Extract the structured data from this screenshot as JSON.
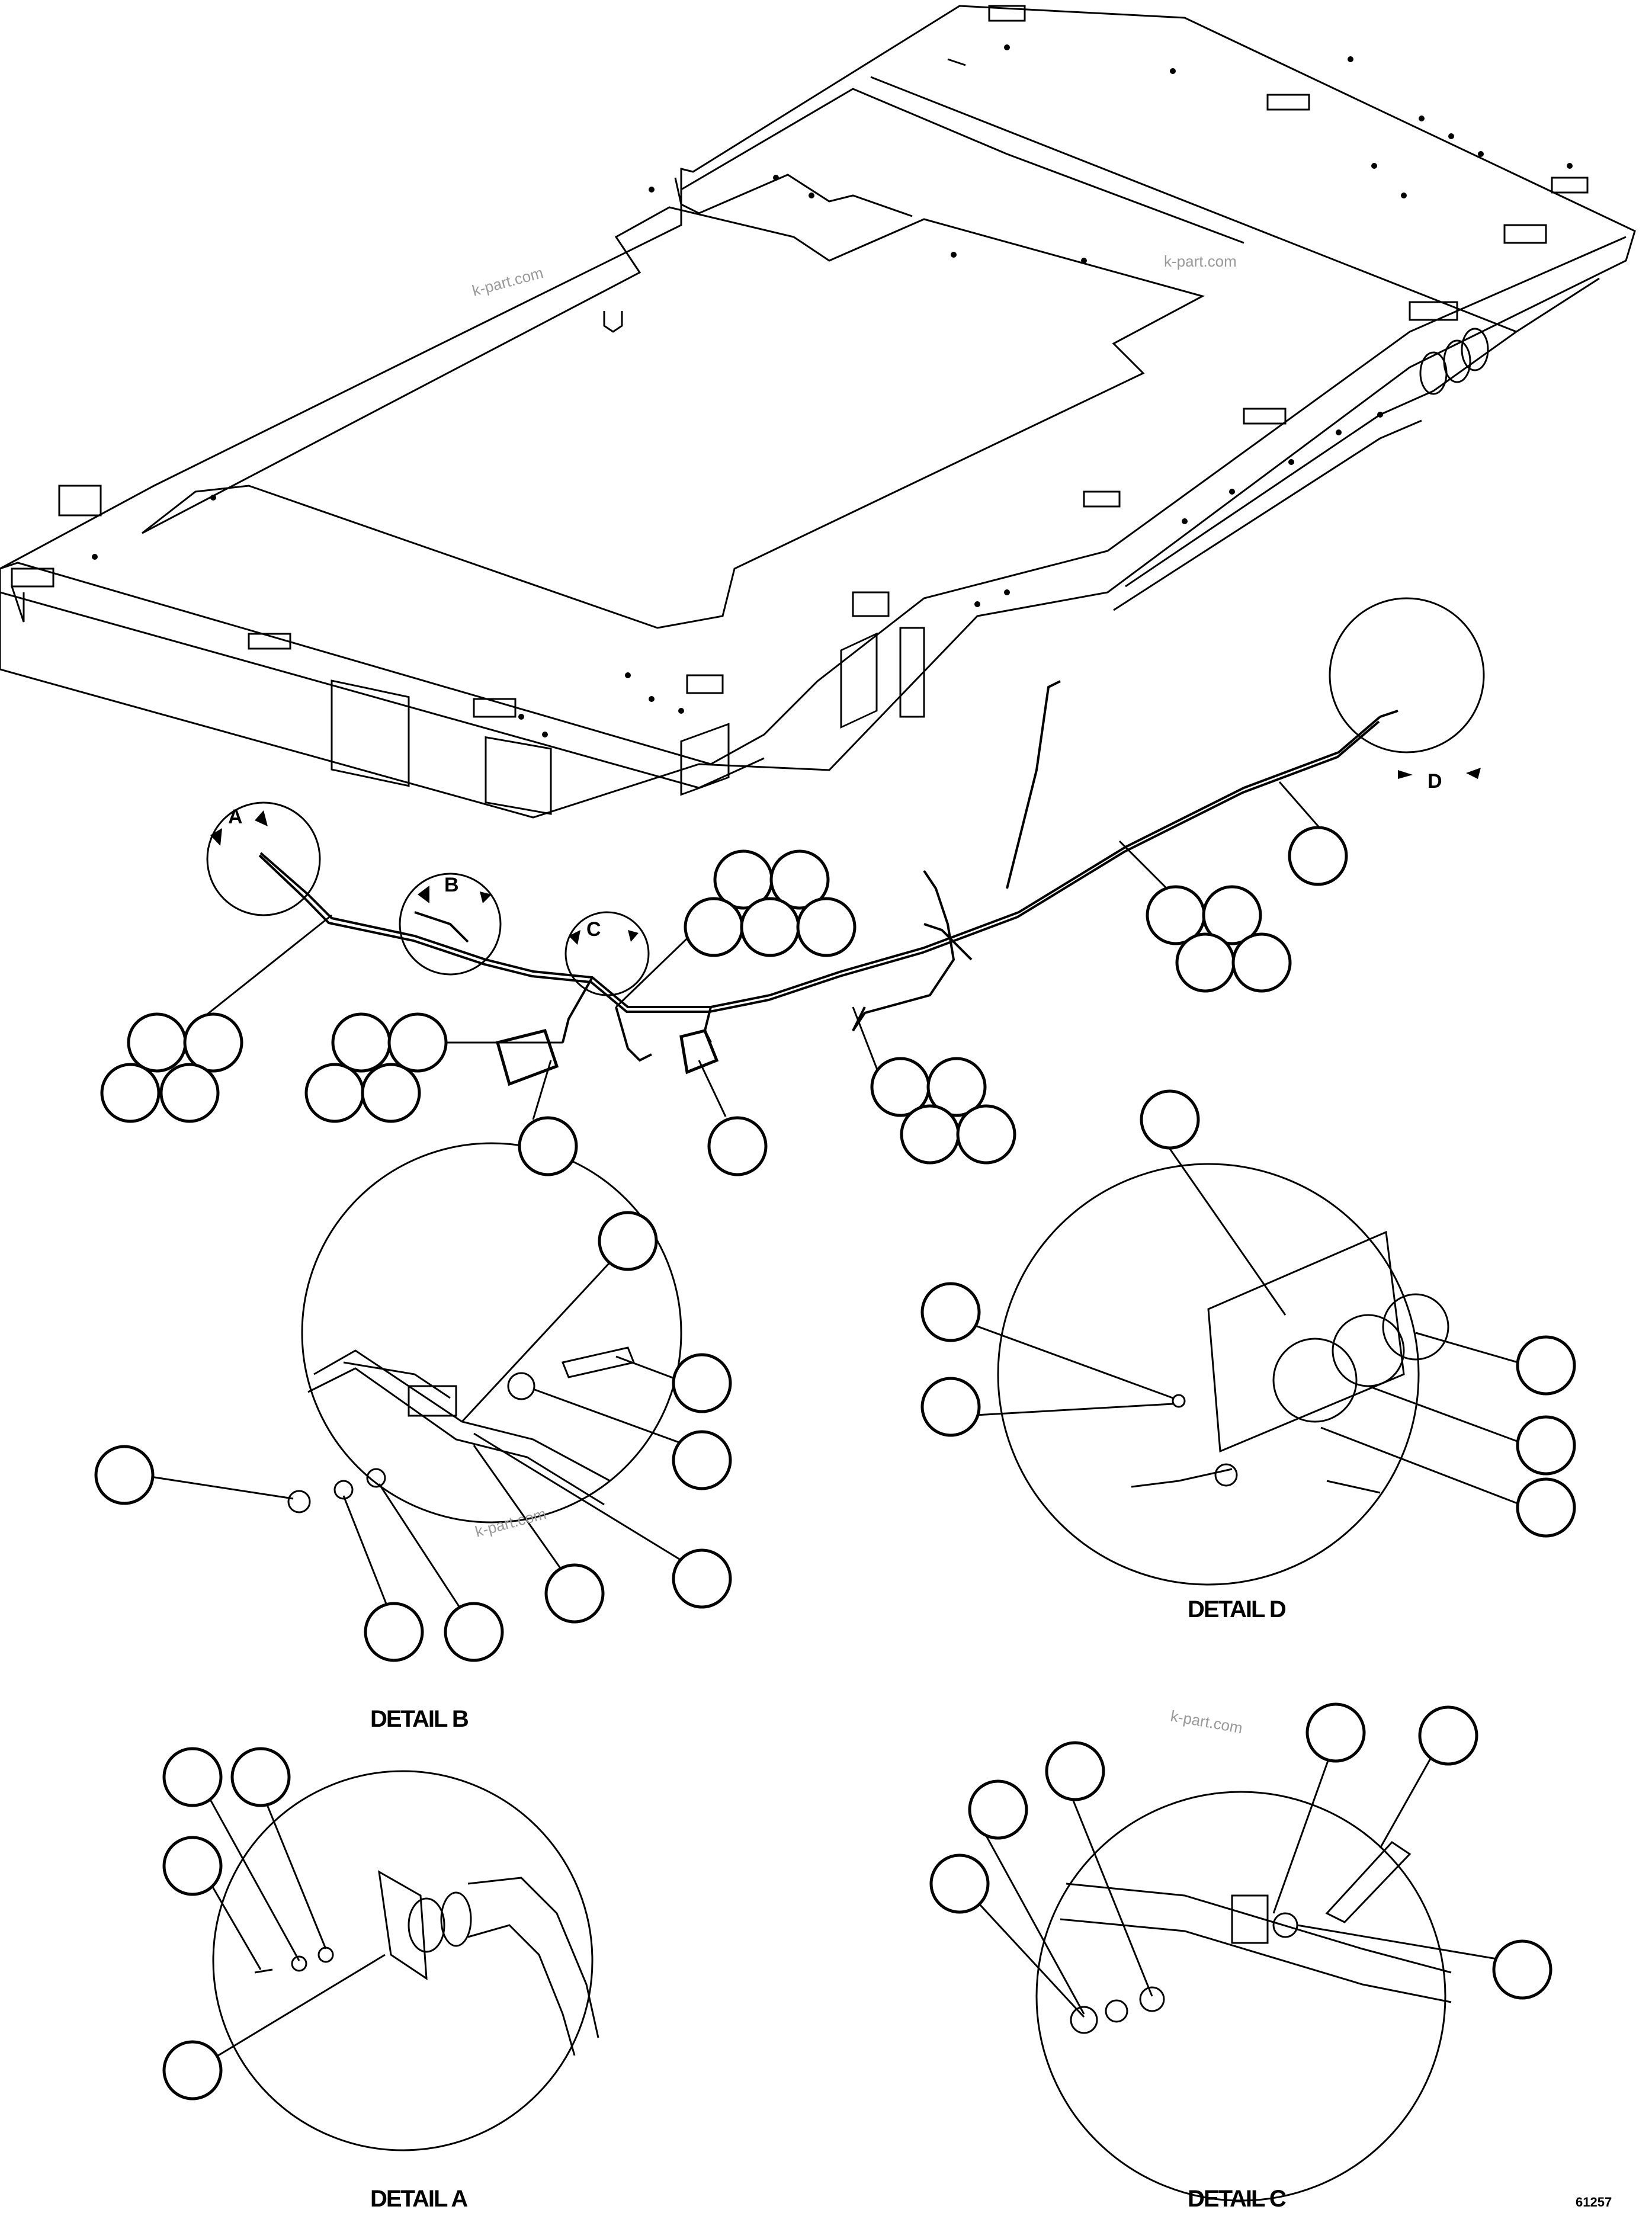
{
  "watermark": "k-part.com",
  "view_letters": [
    "A",
    "B",
    "C",
    "D"
  ],
  "detail_labels": {
    "a": "DETAIL A",
    "b": "DETAIL B",
    "c": "DETAIL C",
    "d": "DETAIL D"
  },
  "figure_code": "61257"
}
